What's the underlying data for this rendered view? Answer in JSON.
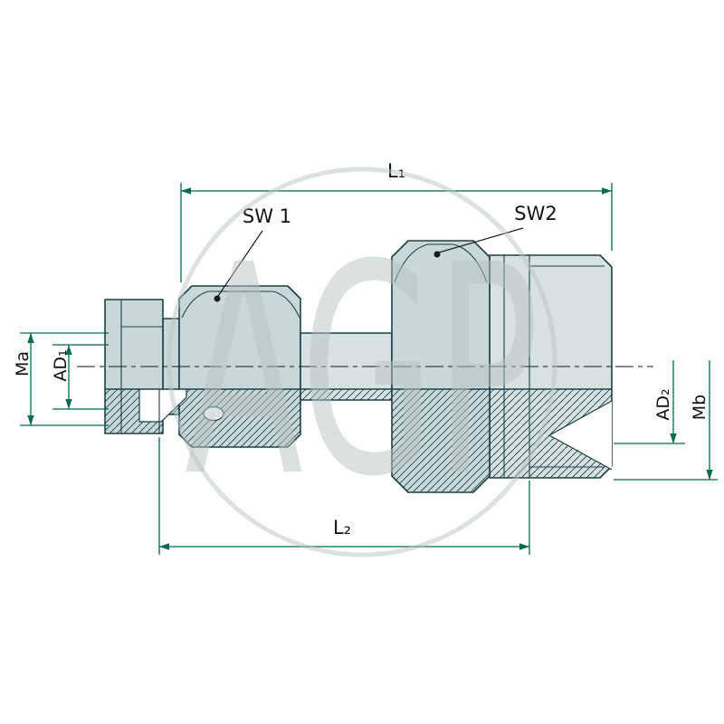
{
  "watermark": {
    "text": "AGP"
  },
  "drawing": {
    "labels": {
      "l1": "L₁",
      "l2": "L₂",
      "sw1": "SW 1",
      "sw2": "SW2",
      "ma": "Ma",
      "ad1": "AD₁",
      "ad2": "AD₂",
      "mb": "Mb"
    },
    "colors": {
      "body_fill": "#c8d8d8",
      "body_fill_light": "#d6e2e2",
      "outline": "#1f3f46",
      "dimension": "#006b4e",
      "watermark": "#b9c4c4",
      "label_text": "#111111",
      "background": "#ffffff"
    }
  }
}
